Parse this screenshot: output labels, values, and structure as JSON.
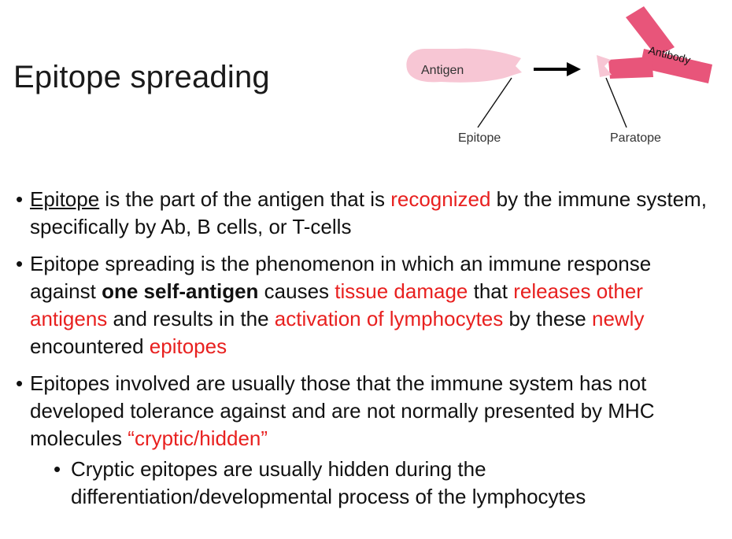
{
  "slide": {
    "title": "Epitope spreading",
    "diagram": {
      "antigen_label": "Antigen",
      "antibody_label": "Antibody",
      "epitope_label": "Epitope",
      "paratope_label": "Paratope",
      "colors": {
        "antigen": "#f7c6d4",
        "antibody": "#e8557a",
        "arrow": "#000000"
      }
    },
    "bullets": [
      {
        "parts": [
          "Epitope",
          " is the part of the antigen that is ",
          "recognized",
          " by the immune system, specifically by Ab, B cells, or T-cells"
        ]
      },
      {
        "parts": [
          "Epitope spreading is the phenomenon in which an immune response against ",
          "one self-antigen",
          " causes ",
          "tissue damage",
          " that ",
          "releases other antigens",
          " and results in the ",
          "activation of lymphocytes",
          " by these ",
          "newly",
          " encountered ",
          "epitopes"
        ]
      },
      {
        "parts": [
          "Epitopes involved are usually those that the immune system has not developed tolerance against and are not normally presented by MHC molecules ",
          "“cryptic/hidden”"
        ],
        "sub": "Cryptic epitopes are usually hidden during the differentiation/developmental process of the lymphocytes"
      }
    ],
    "bullet_glyph": "•",
    "accent_color": "#e8201f"
  }
}
